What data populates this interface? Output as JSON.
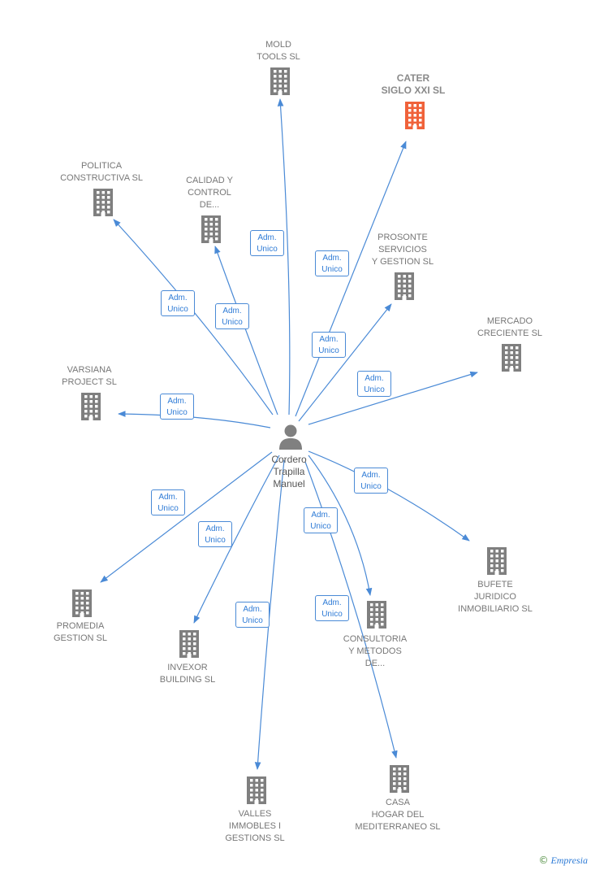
{
  "center": {
    "name": "Cordero\nTrapilla\nManuel"
  },
  "role_label": "Adm.\nUnico",
  "colors": {
    "edge": "#4a8ad6",
    "building": "#7f7f7f",
    "highlight": "#f0623a",
    "person": "#808080"
  },
  "companies": [
    {
      "id": "mold",
      "name": "MOLD\nTOOLS SL",
      "highlight": false
    },
    {
      "id": "cater",
      "name": "CATER\nSIGLO XXI SL",
      "highlight": true
    },
    {
      "id": "politica",
      "name": "POLITICA\nCONSTRUCTIVA SL",
      "highlight": false
    },
    {
      "id": "calidad",
      "name": "CALIDAD Y\nCONTROL\nDE...",
      "highlight": false
    },
    {
      "id": "prosonte",
      "name": "PROSONTE\nSERVICIOS\nY GESTION SL",
      "highlight": false
    },
    {
      "id": "mercado",
      "name": "MERCADO\nCRECIENTE SL",
      "highlight": false
    },
    {
      "id": "varsiana",
      "name": "VARSIANA\nPROJECT SL",
      "highlight": false
    },
    {
      "id": "bufete",
      "name": "BUFETE\nJURIDICO\nINMOBILIARIO SL",
      "highlight": false
    },
    {
      "id": "promedia",
      "name": "PROMEDIA\nGESTION SL",
      "highlight": false
    },
    {
      "id": "invexor",
      "name": "INVEXOR\nBUILDING SL",
      "highlight": false
    },
    {
      "id": "consultoria",
      "name": "CONSULTORIA\nY METODOS\nDE...",
      "highlight": false
    },
    {
      "id": "valles",
      "name": "VALLES\nIMMOBLES I\nGESTIONS SL",
      "highlight": false
    },
    {
      "id": "casa",
      "name": "CASA\nHOGAR DEL\nMEDITERRANEO SL",
      "highlight": false
    }
  ],
  "credit": {
    "symbol": "©",
    "brand": "Empresia"
  }
}
